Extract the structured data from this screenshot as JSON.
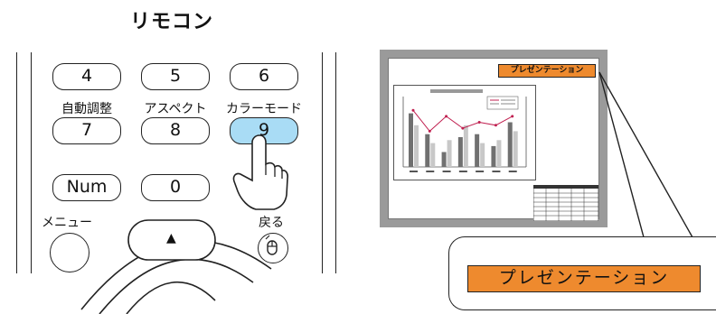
{
  "title": "リモコン",
  "remote": {
    "row1": [
      "4",
      "5",
      "6"
    ],
    "row2_labels": [
      "自動調整",
      "アスペクト",
      "カラーモード"
    ],
    "row2": [
      "7",
      "8",
      "9"
    ],
    "row3": [
      "Num",
      "0"
    ],
    "menu_label": "メニュー",
    "back_label": "戻る",
    "up_arrow": "▲",
    "pressed_key": "9",
    "pressed_color": "#a9dcf5"
  },
  "projected": {
    "mode_badge": "プレゼンテーション",
    "badge_color": "#ee8a2e",
    "chart_data": {
      "type": "bar",
      "categories": [
        "1",
        "2",
        "3",
        "4",
        "5",
        "6",
        "7"
      ],
      "series": [
        {
          "values": [
            0.9,
            0.55,
            0.25,
            0.5,
            0.55,
            0.35,
            0.75
          ]
        },
        {
          "values": [
            0.7,
            0.4,
            0.45,
            0.7,
            0.4,
            0.45,
            0.6
          ]
        }
      ],
      "line": [
        0.95,
        0.6,
        0.85,
        0.65,
        0.75,
        0.7,
        0.85
      ]
    }
  },
  "callout": {
    "mode_badge": "プレゼンテーション"
  }
}
